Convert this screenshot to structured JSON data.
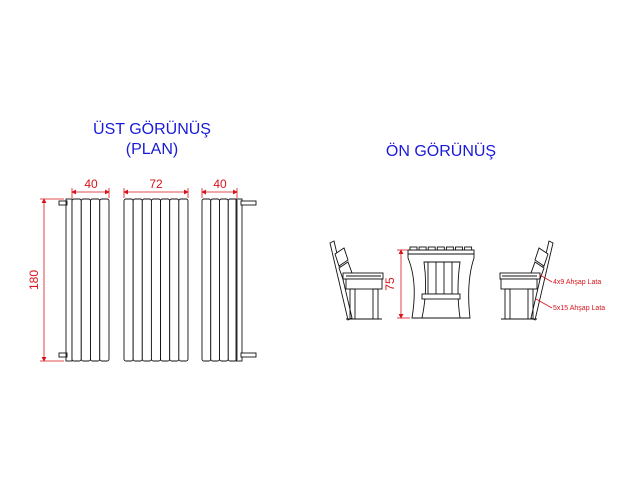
{
  "top_view": {
    "title_line1": "ÜST GÖRÜNÜŞ",
    "title_line2": "(PLAN)",
    "dim_left_width": "40",
    "dim_table_width": "72",
    "dim_right_width": "40",
    "dim_length": "180"
  },
  "front_view": {
    "title": "ÖN GÖRÜNÜŞ",
    "dim_height": "75",
    "note_slat_4x9": "4x9 Ahşap Lata",
    "note_slat_5x15": "5x15 Ahşap Lata"
  },
  "colors": {
    "title": "#1a1ad8",
    "dimension": "#d8141a",
    "outline": "#111111"
  }
}
